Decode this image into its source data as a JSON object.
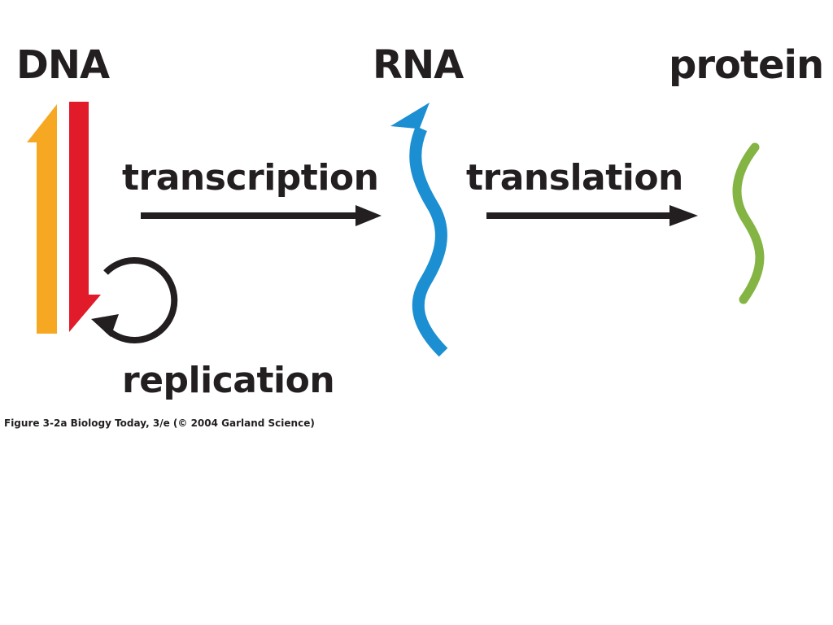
{
  "diagram": {
    "nodes": {
      "dna": "DNA",
      "rna": "RNA",
      "protein": "protein"
    },
    "processes": {
      "transcription": "transcription",
      "translation": "translation",
      "replication": "replication"
    },
    "caption": "Figure 3-2a  Biology Today, 3/e (© 2004 Garland Science)"
  },
  "colors": {
    "dna_strand_1": "#f7a823",
    "dna_strand_2": "#e21b2b",
    "rna": "#1b8fd2",
    "protein": "#84b443",
    "arrow": "#231f20",
    "text": "#231f20"
  }
}
